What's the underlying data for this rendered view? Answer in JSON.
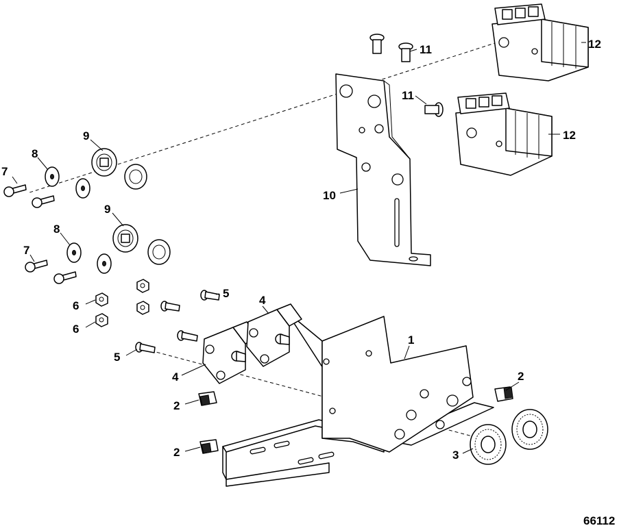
{
  "figure_number": "66112",
  "callouts": {
    "c1": "1",
    "c2": "2",
    "c3": "3",
    "c4": "4",
    "c5": "5",
    "c6": "6",
    "c7": "7",
    "c8": "8",
    "c9": "9",
    "c10": "10",
    "c11": "11",
    "c12": "12"
  }
}
